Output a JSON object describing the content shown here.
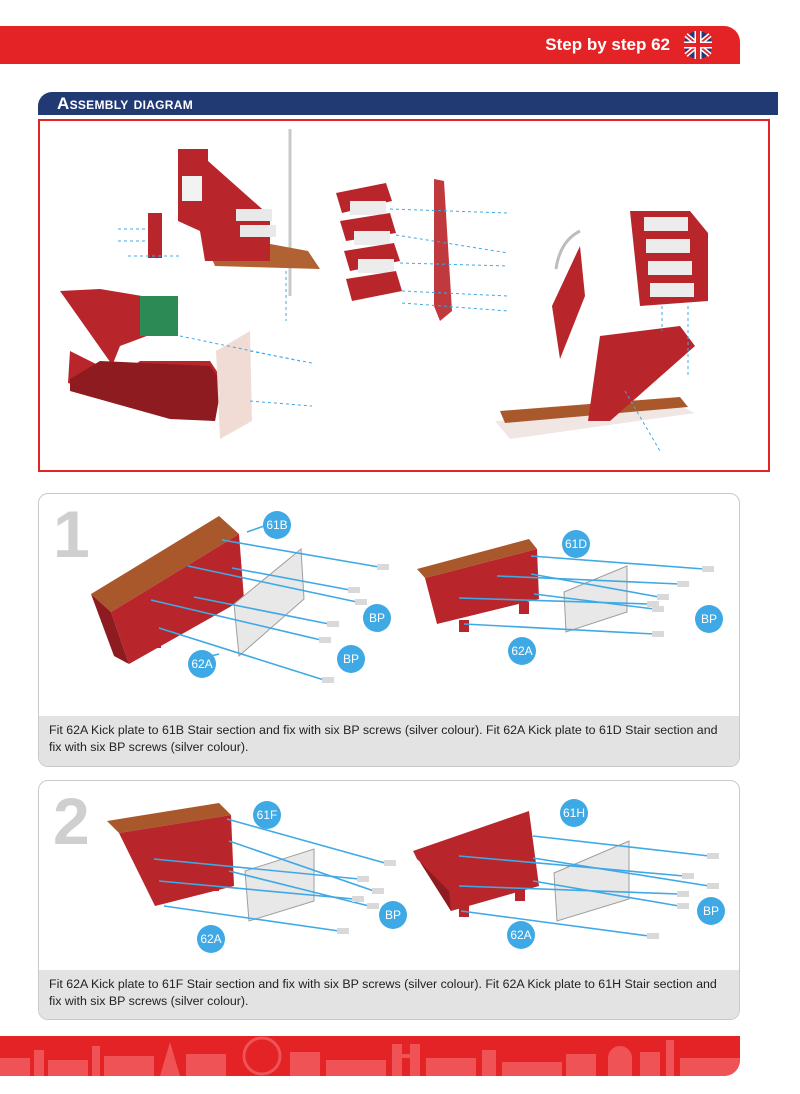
{
  "header": {
    "step_title": "Step by step 62",
    "flag_icon": "uk-flag-icon"
  },
  "assembly": {
    "title": "Assembly diagram"
  },
  "steps": [
    {
      "number": "1",
      "caption": "Fit 62A Kick plate to 61B Stair section and fix with six BP screws (silver colour). Fit 62A Kick plate to 61D Stair section and fix with six BP screws (silver colour).",
      "left": {
        "section_label": "61B",
        "screw_label_1": "BP",
        "screw_label_2": "BP",
        "plate_label": "62A"
      },
      "right": {
        "section_label": "61D",
        "screw_label": "BP",
        "plate_label": "62A"
      }
    },
    {
      "number": "2",
      "caption": "Fit 62A Kick plate to 61F Stair section and fix with six BP screws (silver colour). Fit 62A Kick plate to 61H Stair section and fix with six BP screws (silver colour).",
      "left": {
        "section_label": "61F",
        "screw_label": "BP",
        "plate_label": "62A"
      },
      "right": {
        "section_label": "61H",
        "screw_label": "BP",
        "plate_label": "62A"
      }
    }
  ],
  "colors": {
    "brand_red": "#e32326",
    "navy": "#213a74",
    "callout_blue": "#3fa9e6",
    "part_red": "#b8262b",
    "wood": "#a9582c"
  }
}
